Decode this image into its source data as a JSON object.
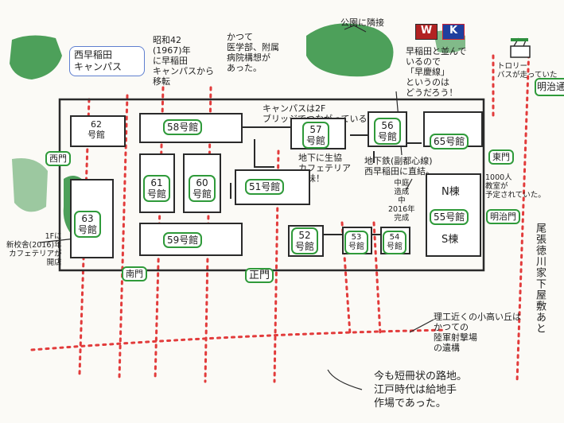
{
  "campus_name": [
    "西早稲田",
    "キャンパス"
  ],
  "notes": {
    "transfer": [
      "昭和42",
      "(1967)年",
      "に早稲田",
      "キャンパスから",
      "移転"
    ],
    "hospital_plan": [
      "かつて",
      "医学部、附属",
      "病院構想が",
      "あった。"
    ],
    "park": "公園に隣接",
    "keio_line": [
      "早稲田と並んで",
      "いるので",
      "「早慶線」",
      "というのは",
      "どうだろう！"
    ],
    "trolley": [
      "トロリー",
      "バスが走っていた"
    ],
    "campus_2f": [
      "キャンパスは2F",
      "ブリッジでつながっている"
    ],
    "cafeteria": [
      "地下に生協",
      "カフェテリア",
      "美味！"
    ],
    "subway": [
      "地下鉄(副都心線)",
      "西早稲田に直結。"
    ],
    "courtyard": [
      "中庭",
      "造成",
      "中",
      "2016年",
      "完成"
    ],
    "capacity": [
      "1000人",
      "教室が",
      "予定されていた。"
    ],
    "store": [
      "1Fに",
      "新校舎(2016)年",
      "カフェテリアが",
      "開店"
    ],
    "hill": [
      "理工近くの小高い丘は",
      "かつての",
      "陸軍射撃場",
      "の遺構"
    ],
    "alleys": [
      "今も短冊状の路地。",
      "江戸時代は給地手",
      "作場であった。"
    ],
    "owari": "尾張徳川家下屋敷あと"
  },
  "street": "明治通り",
  "gates": {
    "west": "西門",
    "east": "東門",
    "south": "南門",
    "main": "正門",
    "meiji": "明治門"
  },
  "buildings": {
    "b62": [
      "62",
      "号館"
    ],
    "b58": "58号館",
    "b57": [
      "57",
      "号館"
    ],
    "b56": [
      "56",
      "号館"
    ],
    "b65": "65号館",
    "b61": [
      "61",
      "号館"
    ],
    "b60": [
      "60",
      "号館"
    ],
    "b51": "51号館",
    "b63": [
      "63",
      "号館"
    ],
    "b59": "59号館",
    "b52": [
      "52",
      "号館"
    ],
    "b53": [
      "53",
      "号館"
    ],
    "b54": [
      "54",
      "号館"
    ],
    "b55n": "N棟",
    "b55": "55号館",
    "b55s": "S棟"
  },
  "flags": {
    "waseda": "W",
    "keio": "K"
  },
  "colors": {
    "outline": "#2a2a2a",
    "label_border": "#2f9a3a",
    "tree_green": "#2e8f3e",
    "shade_green": "#5dba4f",
    "red_dots": "#e23b3b",
    "note_border": "#5f7fd0"
  }
}
